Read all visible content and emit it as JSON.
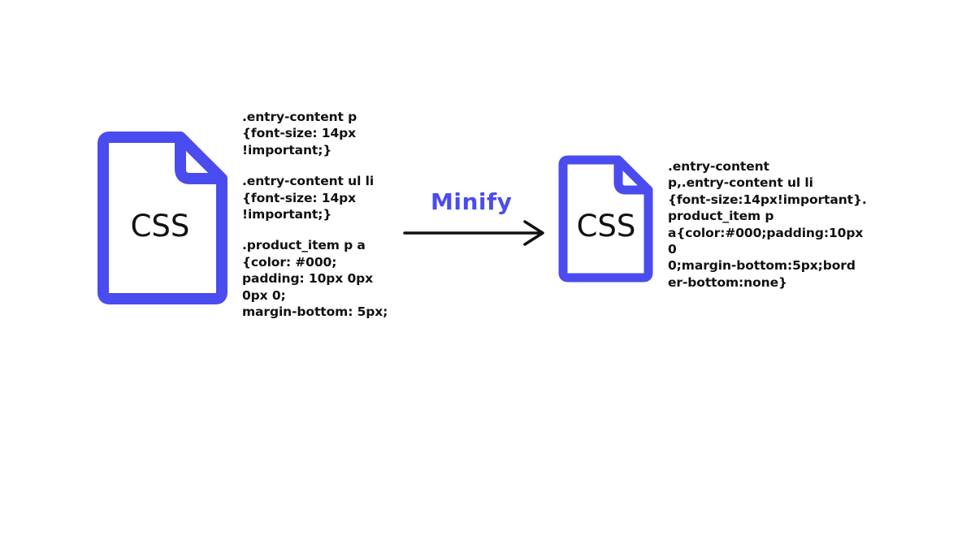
{
  "colors": {
    "accent": "#4a4cf0",
    "text": "#111111",
    "background": "#ffffff"
  },
  "source_file": {
    "icon": "css-file-icon",
    "label": "CSS",
    "code": [
      [
        ".entry-content p",
        "{font-size: 14px",
        "!important;}"
      ],
      [
        ".entry-content ul li",
        "{font-size: 14px",
        "!important;}"
      ],
      [
        ".product_item p a",
        "{color: #000;",
        "padding: 10px 0px",
        "0px 0;",
        "margin-bottom: 5px;"
      ]
    ]
  },
  "arrow": {
    "label": "Minify",
    "icon": "right-arrow-icon"
  },
  "minified_file": {
    "icon": "css-file-icon",
    "label": "CSS",
    "code": [
      ".entry-content",
      "p,.entry-content ul li",
      "{font-size:14px!important}.",
      "product_item p",
      "a{color:#000;padding:10px",
      "0",
      "0;margin-bottom:5px;bord",
      "er-bottom:none}"
    ]
  }
}
